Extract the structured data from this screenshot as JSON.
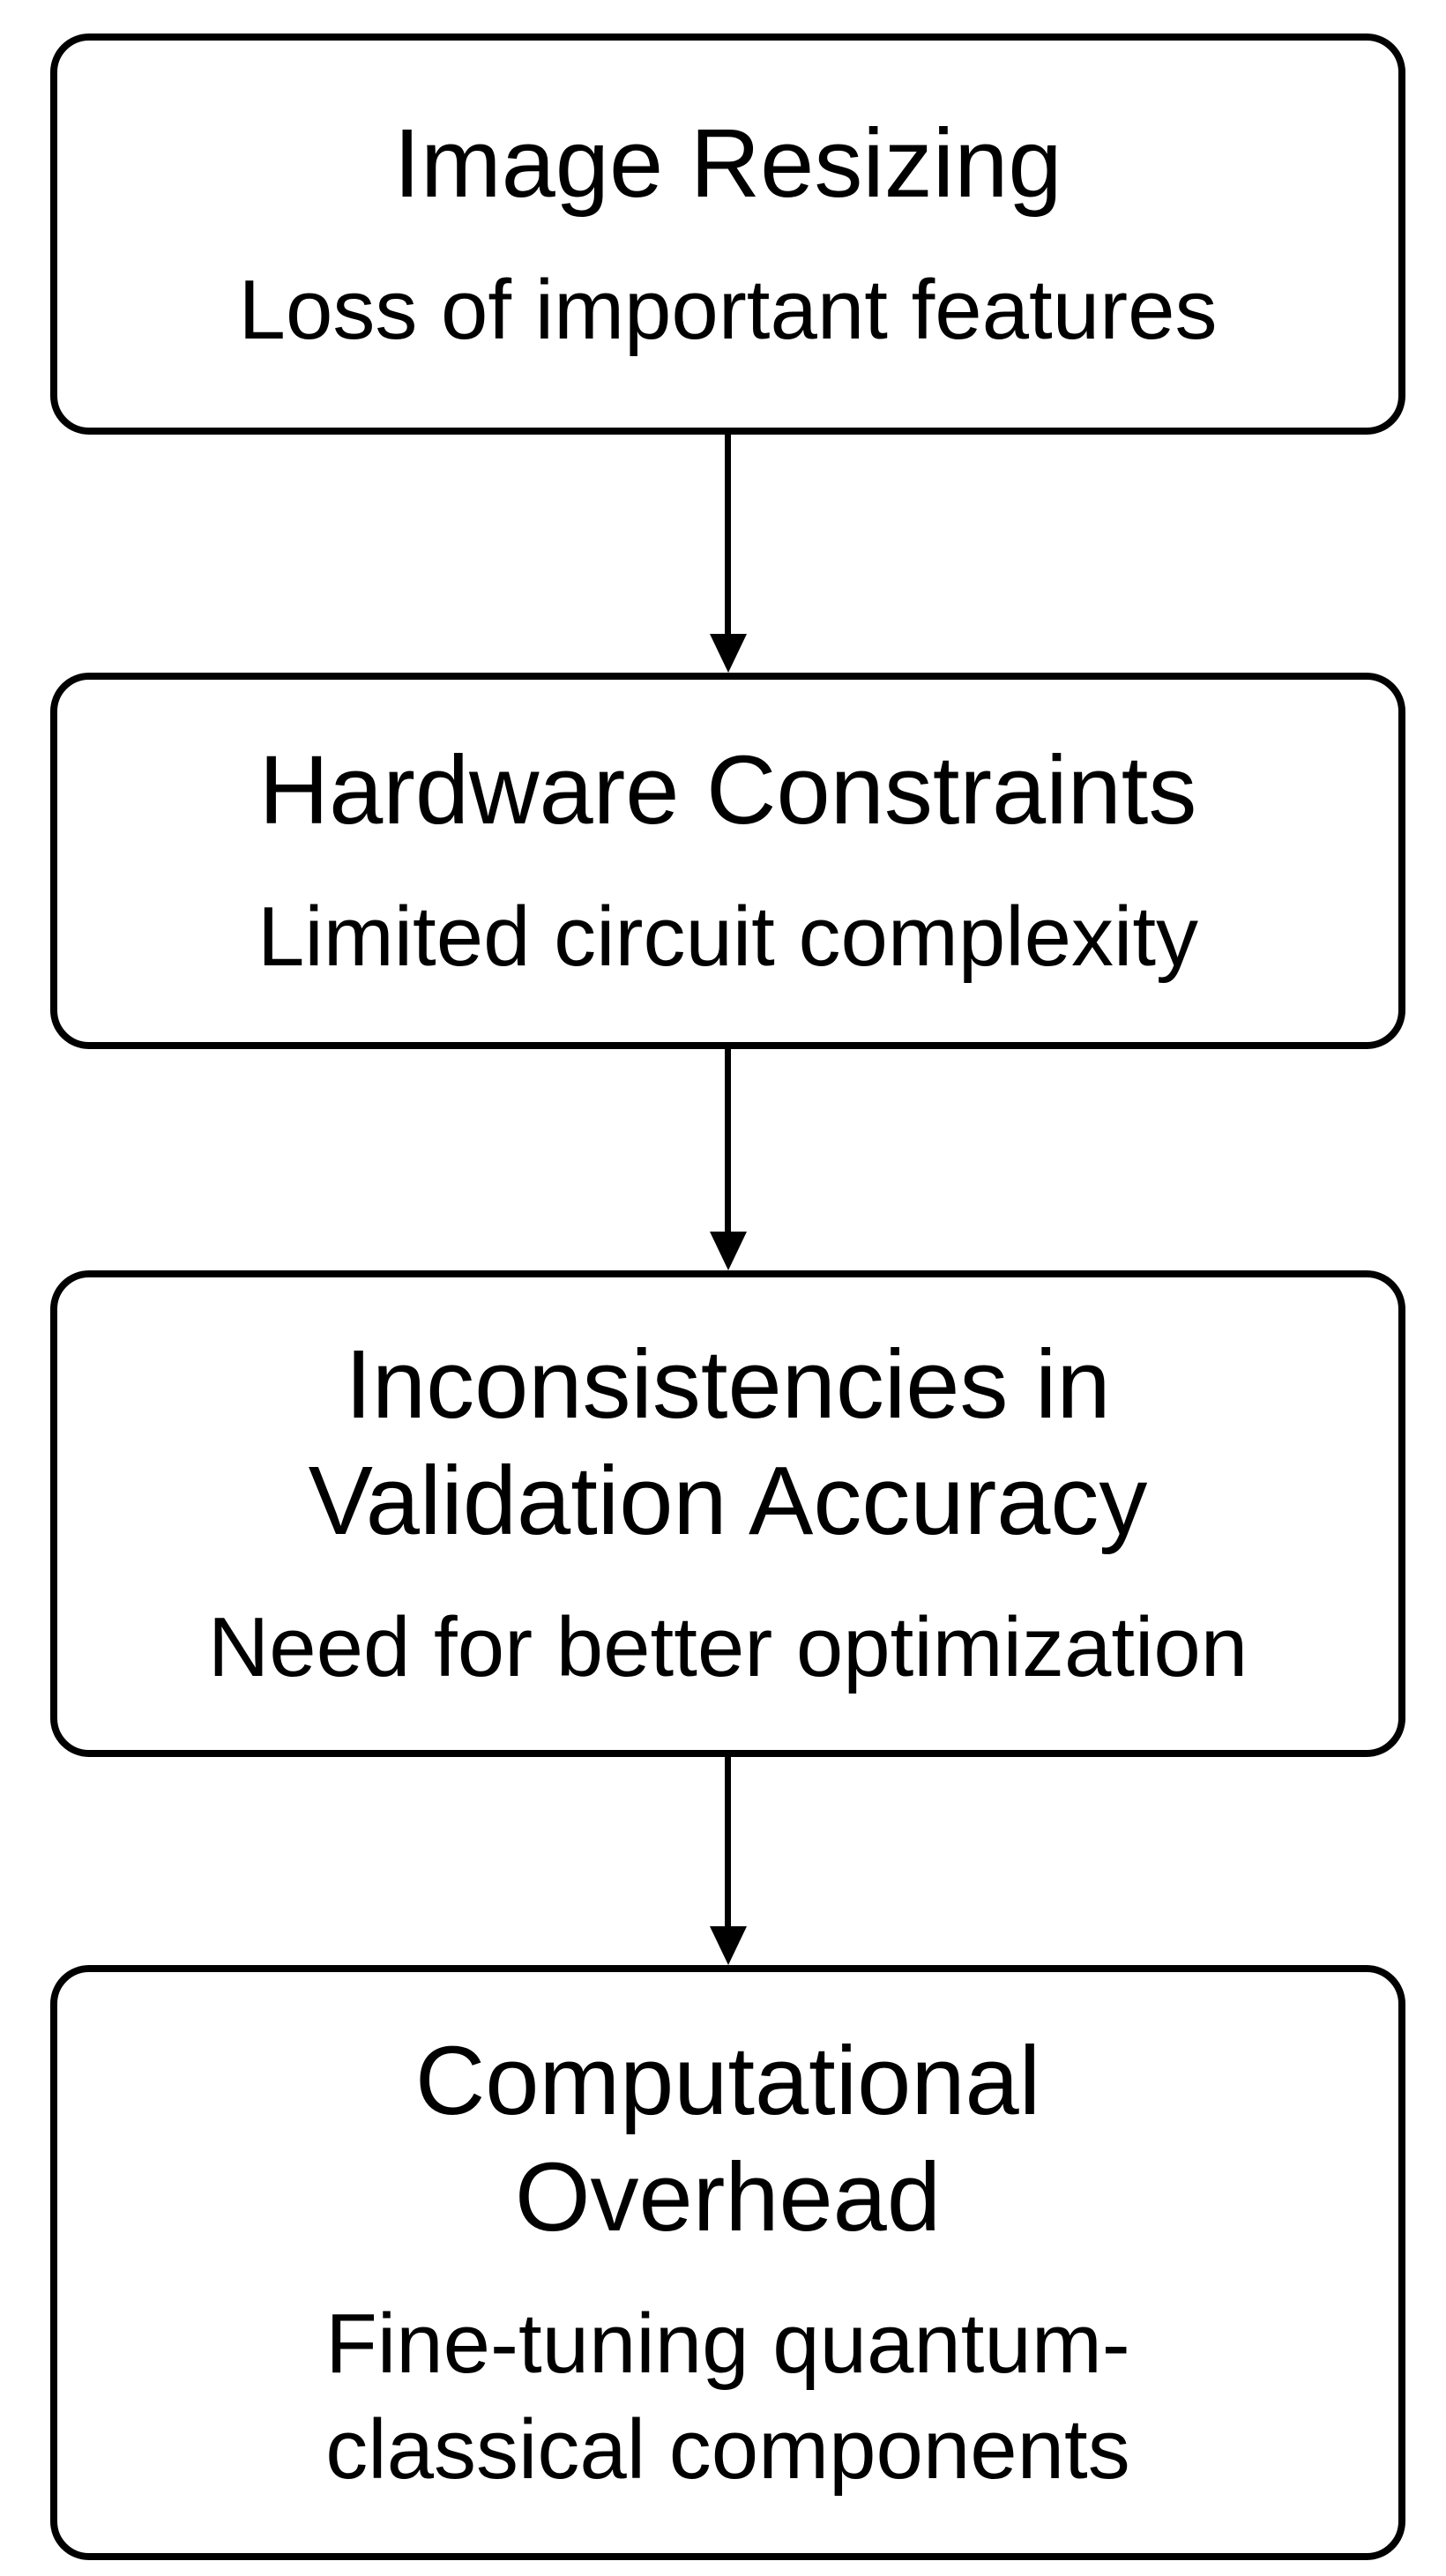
{
  "diagram": {
    "type": "flowchart",
    "direction": "top-down",
    "background_color": "#ffffff",
    "node_fill_color": "#ffffff",
    "node_border_color": "#000000",
    "text_color": "#000000",
    "arrow_color": "#000000",
    "nodes": [
      {
        "id": "image_resizing",
        "title": "Image Resizing",
        "subtitle": "Loss of important features"
      },
      {
        "id": "hardware_constraints",
        "title": "Hardware Constraints",
        "subtitle": "Limited circuit complexity"
      },
      {
        "id": "validation_accuracy",
        "title": "Inconsistencies in\nValidation Accuracy",
        "subtitle": "Need for better optimization"
      },
      {
        "id": "computational_overhead",
        "title": "Computational\nOverhead",
        "subtitle": "Fine-tuning quantum-\nclassical components"
      }
    ],
    "edges": [
      {
        "from": "image_resizing",
        "to": "hardware_constraints"
      },
      {
        "from": "hardware_constraints",
        "to": "validation_accuracy"
      },
      {
        "from": "validation_accuracy",
        "to": "computational_overhead"
      }
    ]
  }
}
